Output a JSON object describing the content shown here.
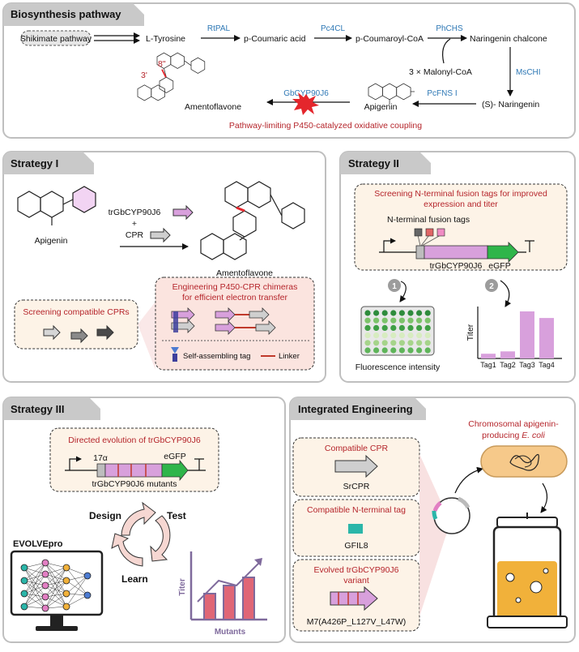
{
  "panels": {
    "biosynthesis": "Biosynthesis pathway",
    "strategy1": "Strategy I",
    "strategy2": "Strategy II",
    "strategy3": "Strategy III",
    "integrated": "Integrated Engineering"
  },
  "pathway": {
    "start": "Shikimate pathway",
    "n1": "L-Tyrosine",
    "e1": "RtPAL",
    "n2": "p-Coumaric acid",
    "e2": "Pc4CL",
    "n3": "p-Coumaroyl-CoA",
    "e3": "PhCHS",
    "n4": "Naringenin chalcone",
    "cofactor": "3 × Malonyl-CoA",
    "e4": "MsCHI",
    "n5": "(S)- Naringenin",
    "e5": "PcFNS I",
    "n6": "Apigenin",
    "e6": "GbCYP90J6",
    "n7": "Amentoflavone",
    "limiting": "Pathway-limiting P450-catalyzed oxidative coupling",
    "pos1": "3'",
    "pos2": "8\""
  },
  "s1": {
    "substrate": "Apigenin",
    "enzyme": "trGbCYP90J6",
    "plus": "+",
    "cpr": "CPR",
    "product": "Amentoflavone",
    "screening": "Screening compatible CPRs",
    "chimera_title": "Engineering P450-CPR chimeras for efficient electron transfer",
    "tag_legend": "Self-assembling tag",
    "linker_legend": "Linker"
  },
  "s2": {
    "title": "Screening N-terminal fusion tags for improved expression and titer",
    "tags_label": "N-terminal fusion tags",
    "gene": "trGbCYP90J6",
    "reporter": "eGFP",
    "step1": "1",
    "step2": "2",
    "fluor": "Fluorescence intensity",
    "ylabel": "Titer"
  },
  "chart_data": {
    "type": "bar",
    "categories": [
      "Tag1",
      "Tag2",
      "Tag3",
      "Tag4"
    ],
    "values": [
      0.1,
      0.15,
      1.0,
      0.86
    ],
    "ylabel": "Titer",
    "xlabel": "",
    "colors": [
      "#d8a0dc"
    ]
  },
  "s3": {
    "title": "Directed evolution of trGbCYP90J6",
    "tag": "17α",
    "reporter": "eGFP",
    "gene": "trGbCYP90J6 mutants",
    "design": "Design",
    "test": "Test",
    "learn": "Learn",
    "tool": "EVOLVEpro",
    "ylabel": "Titer",
    "xlabel": "Mutants"
  },
  "ie": {
    "cpr_title": "Compatible CPR",
    "cpr": "SrCPR",
    "tag_title": "Compatible N-terminal tag",
    "tag": "GFIL8",
    "variant_title": "Evolved trGbCYP90J6 variant",
    "variant": "M7(A426P_L127V_L47W)",
    "chassis_line1": "Chromosomal apigenin-",
    "chassis_line2": "producing E. coli"
  }
}
